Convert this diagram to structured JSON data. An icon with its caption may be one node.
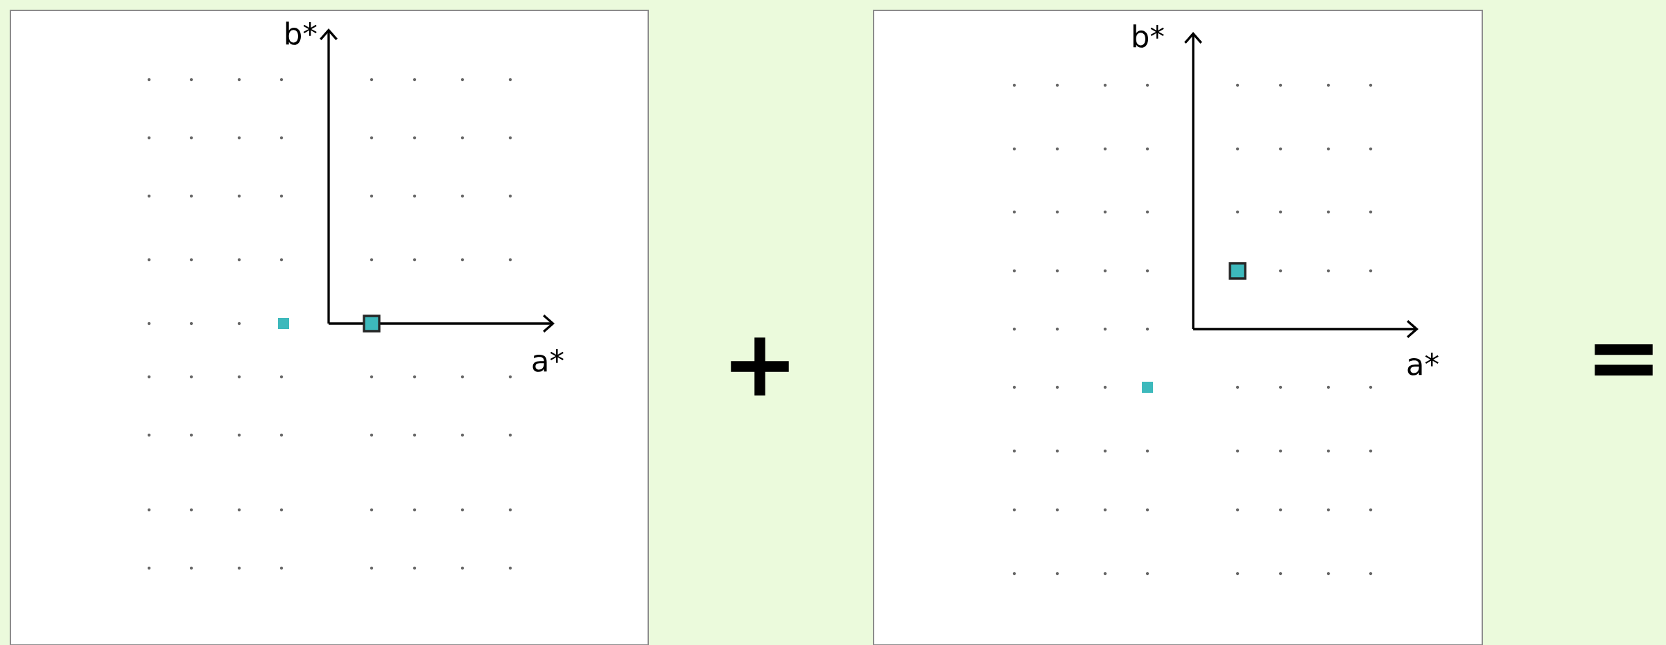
{
  "diagram": {
    "labels": [
      "b*",
      "a*",
      "+",
      "b*",
      "a*",
      "="
    ]
  }
}
